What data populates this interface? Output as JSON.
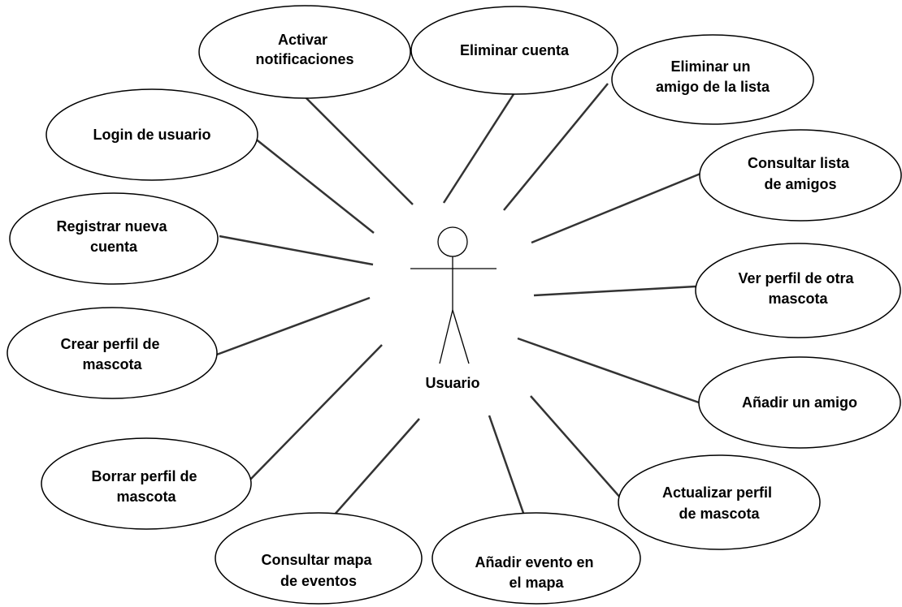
{
  "actor": {
    "label": "Usuario"
  },
  "use_cases": [
    {
      "id": "activar-notificaciones",
      "lines": [
        "Activar",
        "notificaciones"
      ]
    },
    {
      "id": "eliminar-cuenta",
      "lines": [
        "Eliminar cuenta"
      ]
    },
    {
      "id": "eliminar-amigo",
      "lines": [
        "Eliminar un",
        "amigo de la lista"
      ]
    },
    {
      "id": "login-usuario",
      "lines": [
        "Login de usuario"
      ]
    },
    {
      "id": "consultar-lista-amigos",
      "lines": [
        "Consultar lista",
        "de amigos"
      ]
    },
    {
      "id": "registrar-cuenta",
      "lines": [
        "Registrar nueva",
        "cuenta"
      ]
    },
    {
      "id": "ver-perfil-mascota",
      "lines": [
        "Ver perfil de otra",
        "mascota"
      ]
    },
    {
      "id": "crear-perfil-mascota",
      "lines": [
        "Crear perfil de",
        "mascota"
      ]
    },
    {
      "id": "anadir-amigo",
      "lines": [
        "Añadir un amigo"
      ]
    },
    {
      "id": "borrar-perfil-mascota",
      "lines": [
        "Borrar perfil de",
        "mascota"
      ]
    },
    {
      "id": "actualizar-perfil-mascota",
      "lines": [
        "Actualizar perfil",
        "de mascota"
      ]
    },
    {
      "id": "consultar-mapa-eventos",
      "lines": [
        "Consultar mapa",
        "de eventos"
      ]
    },
    {
      "id": "anadir-evento-mapa",
      "lines": [
        "Añadir evento en",
        "el mapa"
      ]
    }
  ]
}
